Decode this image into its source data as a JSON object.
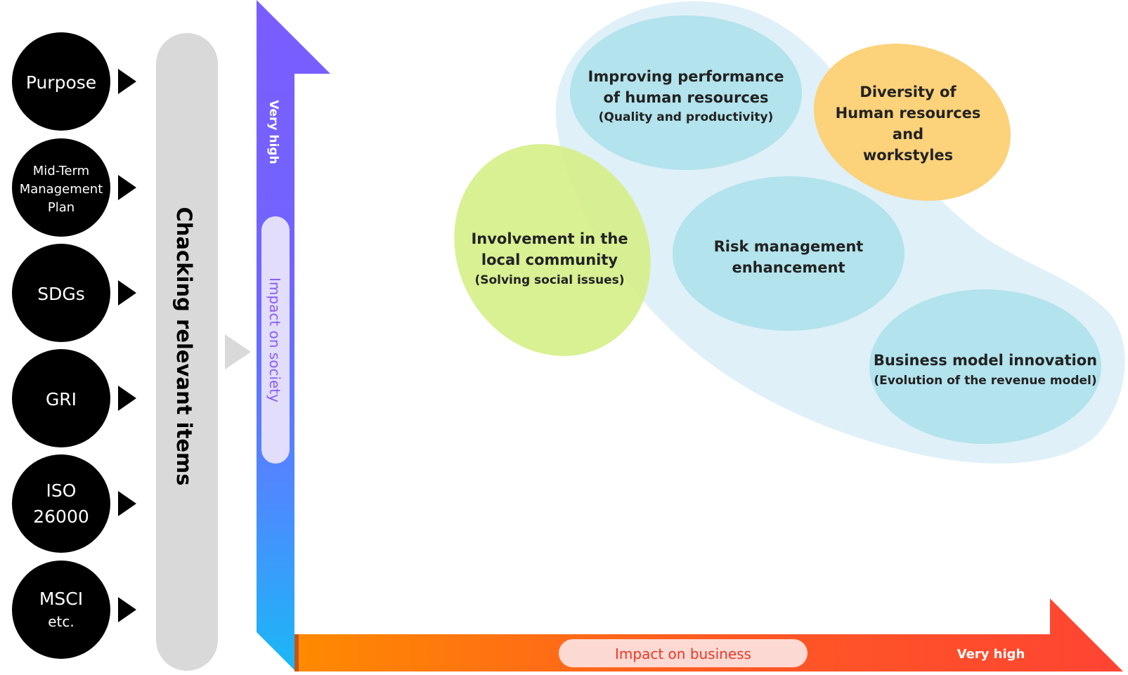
{
  "sources": [
    {
      "id": "purpose",
      "lines": [
        "Purpose"
      ]
    },
    {
      "id": "mid-term-plan",
      "lines": [
        "Mid-Term",
        "Management",
        "Plan"
      ]
    },
    {
      "id": "sdgs",
      "lines": [
        "SDGs"
      ]
    },
    {
      "id": "gri",
      "lines": [
        "GRI"
      ]
    },
    {
      "id": "iso-26000",
      "lines": [
        "ISO",
        "26000"
      ]
    },
    {
      "id": "msci",
      "lines": [
        "MSCI",
        "etc."
      ]
    }
  ],
  "checking_bar": {
    "label": "Chacking relevant items"
  },
  "axes": {
    "y": {
      "high_label": "Very high",
      "title": "Impact on society"
    },
    "x": {
      "title": "Impact on business",
      "high_label": "Very high"
    }
  },
  "materiality_items": [
    {
      "id": "human-resources-performance",
      "title_lines": [
        "Improving performance",
        "of human resources"
      ],
      "subtitle": "(Quality and productivity)"
    },
    {
      "id": "diversity",
      "title_lines": [
        "Diversity of",
        "Human resources",
        "and",
        "workstyles"
      ],
      "subtitle": ""
    },
    {
      "id": "local-community",
      "title_lines": [
        "Involvement in the",
        "local community"
      ],
      "subtitle": "(Solving social issues)"
    },
    {
      "id": "risk-management",
      "title_lines": [
        "Risk management",
        "enhancement"
      ],
      "subtitle": ""
    },
    {
      "id": "business-model",
      "title_lines": [
        "Business model innovation"
      ],
      "subtitle": "(Evolution of the revenue model)"
    }
  ],
  "colors": {
    "source_circle": "#000000",
    "source_text": "#ffffff",
    "checking_bar": "#d9d9d9",
    "y_axis_top": "#7b5cff",
    "y_axis_bottom": "#1ab8f5",
    "x_axis_left": "#ff8a00",
    "x_axis_right": "#ff4433",
    "cluster_bg": "#dff0f8",
    "blue_ellipse": "#b3e3ec",
    "green_ellipse": "#d7f08a",
    "orange_ellipse": "#fcd27a",
    "y_pill_text": "#8a5cf5",
    "x_pill_text": "#e8392a"
  }
}
